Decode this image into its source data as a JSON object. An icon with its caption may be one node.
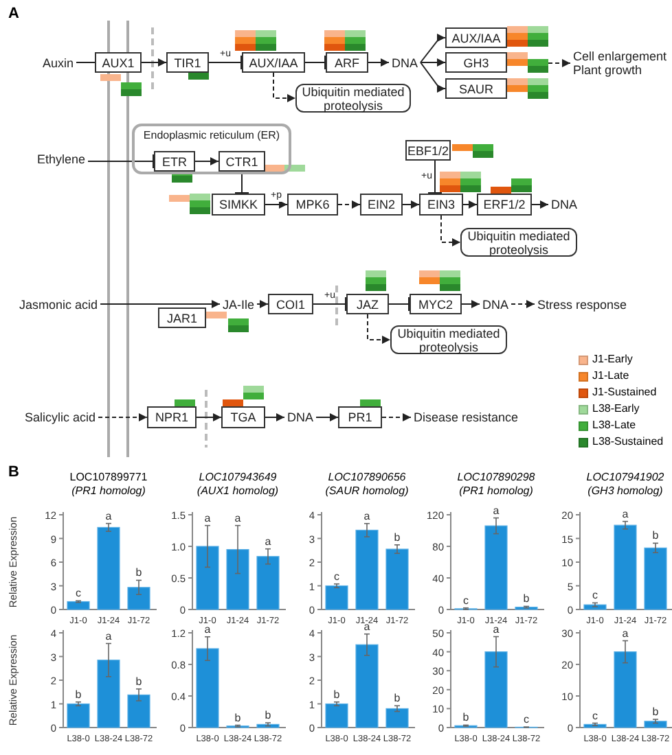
{
  "diagram": {
    "nodes": [
      {
        "text": [
          "Auxin"
        ]
      },
      {
        "text": [
          "AUX1"
        ]
      },
      {
        "text": [
          "TIR1"
        ]
      },
      {
        "text": [
          "AUX/IAA"
        ]
      },
      {
        "text": [
          "ARF"
        ]
      },
      {
        "text": [
          "DNA"
        ]
      },
      {
        "text": [
          "AUX/IAA"
        ]
      },
      {
        "text": [
          "GH3"
        ]
      },
      {
        "text": [
          "SAUR"
        ]
      },
      {
        "text": [
          "Cell enlargement",
          "Plant growth"
        ]
      },
      {
        "text": [
          "Ubiquitin mediated proteolysis"
        ]
      },
      {
        "text": [
          "Endoplasmic reticulum (ER)"
        ]
      },
      {
        "text": [
          "Ethylene"
        ]
      },
      {
        "text": [
          "ETR"
        ],
        "in": 11
      },
      {
        "text": [
          "CTR1"
        ],
        "in": 11
      },
      {
        "text": [
          "EBF1/2"
        ]
      },
      {
        "text": [
          "SIMKK"
        ]
      },
      {
        "text": [
          "MPK6"
        ]
      },
      {
        "text": [
          "EIN2"
        ]
      },
      {
        "text": [
          "EIN3"
        ]
      },
      {
        "text": [
          "ERF1/2"
        ]
      },
      {
        "text": [
          "DNA"
        ]
      },
      {
        "text": [
          "Ubiquitin mediated proteolysis"
        ]
      },
      {
        "text": [
          "Jasmonic acid"
        ]
      },
      {
        "text": [
          "JA-Ile"
        ]
      },
      {
        "text": [
          "COI1"
        ]
      },
      {
        "text": [
          "JAZ"
        ]
      },
      {
        "text": [
          "MYC2"
        ]
      },
      {
        "text": [
          "DNA"
        ]
      },
      {
        "text": [
          "Stress response"
        ]
      },
      {
        "text": [
          "JAR1"
        ]
      },
      {
        "text": [
          "Ubiquitin mediated proteolysis"
        ]
      },
      {
        "text": [
          "Salicylic acid"
        ]
      },
      {
        "text": [
          "NPR1"
        ]
      },
      {
        "text": [
          "TGA"
        ]
      },
      {
        "text": [
          "DNA"
        ]
      },
      {
        "text": [
          "PR1"
        ]
      },
      {
        "text": [
          "Disease resistance"
        ]
      }
    ],
    "edges": [
      {
        "from": 0,
        "to": 1,
        "arrow": "none"
      },
      {
        "from": 1,
        "to": 2,
        "arrow": "to"
      },
      {
        "from": 2,
        "to": 3,
        "arrow": "other",
        "label": "+u"
      },
      {
        "from": 3,
        "to": 4,
        "arrow": "other"
      },
      {
        "from": 4,
        "to": 5,
        "arrow": "to"
      },
      {
        "from": 5,
        "to": 6,
        "arrow": "to"
      },
      {
        "from": 5,
        "to": 7,
        "arrow": "to"
      },
      {
        "from": 5,
        "to": 8,
        "arrow": "to"
      },
      {
        "from": 7,
        "to": 9,
        "arrow": "to",
        "style": "dashed"
      },
      {
        "from": 3,
        "to": 10,
        "arrow": "to",
        "style": "dashed"
      },
      {
        "from": 12,
        "to": 13,
        "arrow": "other"
      },
      {
        "from": 13,
        "to": 14,
        "arrow": "to"
      },
      {
        "from": 14,
        "to": 16,
        "arrow": "other"
      },
      {
        "from": 16,
        "to": 17,
        "arrow": "to",
        "label": "+p"
      },
      {
        "from": 17,
        "to": 18,
        "arrow": "to",
        "style": "dashed"
      },
      {
        "from": 18,
        "to": 19,
        "arrow": "to"
      },
      {
        "from": 15,
        "to": 19,
        "arrow": "other",
        "label": "+u"
      },
      {
        "from": 19,
        "to": 20,
        "arrow": "to"
      },
      {
        "from": 20,
        "to": 21,
        "arrow": "to"
      },
      {
        "from": 19,
        "to": 22,
        "arrow": "to",
        "style": "dashed"
      },
      {
        "from": 23,
        "to": 24,
        "arrow": "to"
      },
      {
        "from": 24,
        "to": 25,
        "arrow": "to"
      },
      {
        "from": 25,
        "to": 26,
        "arrow": "other",
        "label": "+u"
      },
      {
        "from": 26,
        "to": 27,
        "arrow": "other"
      },
      {
        "from": 27,
        "to": 28,
        "arrow": "to"
      },
      {
        "from": 28,
        "to": 29,
        "arrow": "to",
        "style": "dashed"
      },
      {
        "from": 26,
        "to": 31,
        "arrow": "to",
        "style": "dashed"
      },
      {
        "from": 32,
        "to": 33,
        "arrow": "to",
        "style": "dashed"
      },
      {
        "from": 33,
        "to": 34,
        "arrow": "to"
      },
      {
        "from": 34,
        "to": 35,
        "arrow": "to"
      },
      {
        "from": 35,
        "to": 36,
        "arrow": "to"
      },
      {
        "from": 36,
        "to": 37,
        "arrow": "to",
        "style": "dashed"
      }
    ],
    "labels": [
      "A",
      "B"
    ],
    "legend": [
      {
        "text": "J1-Early",
        "color": "#f9b48c"
      },
      {
        "text": "J1-Late",
        "color": "#f7862a"
      },
      {
        "text": "J1-Sustained",
        "color": "#e0560e"
      },
      {
        "text": "L38-Early",
        "color": "#9fd99a"
      },
      {
        "text": "L38-Late",
        "color": "#41ae3c"
      },
      {
        "text": "L38-Sustained",
        "color": "#2a882c"
      }
    ],
    "chart_data": [
      {
        "type": "bar",
        "title": "LOC107899771 *(PR1 homolog)*",
        "ylabel": "Relative Expression",
        "categories": [
          "J1-0",
          "J1-24",
          "J1-72"
        ],
        "values": [
          1,
          10.4,
          2.8
        ],
        "ylim": [
          0,
          12
        ],
        "yticks": [
          0,
          3,
          6,
          9,
          12
        ],
        "value_labels": [
          "c",
          "a",
          "b"
        ]
      },
      {
        "type": "bar",
        "title": "LOC107943649 (AUX1 homolog)",
        "categories": [
          "J1-0",
          "J1-24",
          "J1-72"
        ],
        "values": [
          1.0,
          0.95,
          0.84
        ],
        "ylim": [
          0,
          1.5
        ],
        "yticks": [
          0,
          0.5,
          {
            "value": 1,
            "label": "1.0"
          },
          1.5
        ],
        "value_labels": [
          "a",
          "a",
          "a"
        ]
      },
      {
        "type": "bar",
        "title": "LOC107890656 (SAUR homolog)",
        "categories": [
          "J1-0",
          "J1-24",
          "J1-72"
        ],
        "values": [
          1,
          3.35,
          2.55
        ],
        "ylim": [
          0,
          4
        ],
        "yticks": [
          0,
          1,
          2,
          3,
          4
        ],
        "value_labels": [
          "c",
          "a",
          "b"
        ]
      },
      {
        "type": "bar",
        "title": "LOC107890298 (PR1 homolog)",
        "categories": [
          "J1-0",
          "J1-24",
          "J1-72"
        ],
        "values": [
          1,
          106,
          3
        ],
        "ylim": [
          0,
          120
        ],
        "yticks": [
          0,
          40,
          80,
          120
        ],
        "value_labels": [
          "c",
          "a",
          "b"
        ]
      },
      {
        "type": "bar",
        "title": "LOC107941902 (GH3 homolog)",
        "categories": [
          "J1-0",
          "J1-24",
          "J1-72"
        ],
        "values": [
          1,
          17.8,
          13
        ],
        "ylim": [
          0,
          20
        ],
        "yticks": [
          0,
          5,
          10,
          15,
          20
        ],
        "value_labels": [
          "c",
          "a",
          "b"
        ]
      },
      {
        "type": "bar",
        "ylabel": "Relative Expression",
        "categories": [
          "L38-0",
          "L38-24",
          "L38-72"
        ],
        "values": [
          1,
          2.85,
          1.38
        ],
        "ylim": [
          0,
          4
        ],
        "yticks": [
          0,
          1,
          2,
          3,
          4
        ],
        "value_labels": [
          "b",
          "a",
          "b"
        ]
      },
      {
        "type": "bar",
        "categories": [
          "L38-0",
          "L38-24",
          "L38-72"
        ],
        "values": [
          1.0,
          0.02,
          0.04
        ],
        "ylim": [
          0,
          1.2
        ],
        "yticks": [
          0,
          0.4,
          0.8,
          1.2
        ],
        "value_labels": [
          "a",
          "b",
          "b"
        ]
      },
      {
        "type": "bar",
        "categories": [
          "L38-0",
          "L38-24",
          "L38-72"
        ],
        "values": [
          1,
          3.5,
          0.8
        ],
        "ylim": [
          0,
          4
        ],
        "yticks": [
          0,
          1,
          2,
          3,
          4
        ],
        "value_labels": [
          "b",
          "a",
          "b"
        ]
      },
      {
        "type": "bar",
        "categories": [
          "L38-0",
          "L38-24",
          "L38-72"
        ],
        "values": [
          1,
          40,
          0.2
        ],
        "ylim": [
          0,
          50
        ],
        "yticks": [
          0,
          10,
          20,
          30,
          40,
          50
        ],
        "value_labels": [
          "b",
          "a",
          "c"
        ]
      },
      {
        "type": "bar",
        "categories": [
          "L38-0",
          "L38-24",
          "L38-72"
        ],
        "values": [
          1,
          24,
          2
        ],
        "ylim": [
          0,
          30
        ],
        "yticks": [
          0,
          10,
          20,
          30
        ],
        "value_labels": [
          "c",
          "a",
          "b"
        ]
      }
    ]
  }
}
